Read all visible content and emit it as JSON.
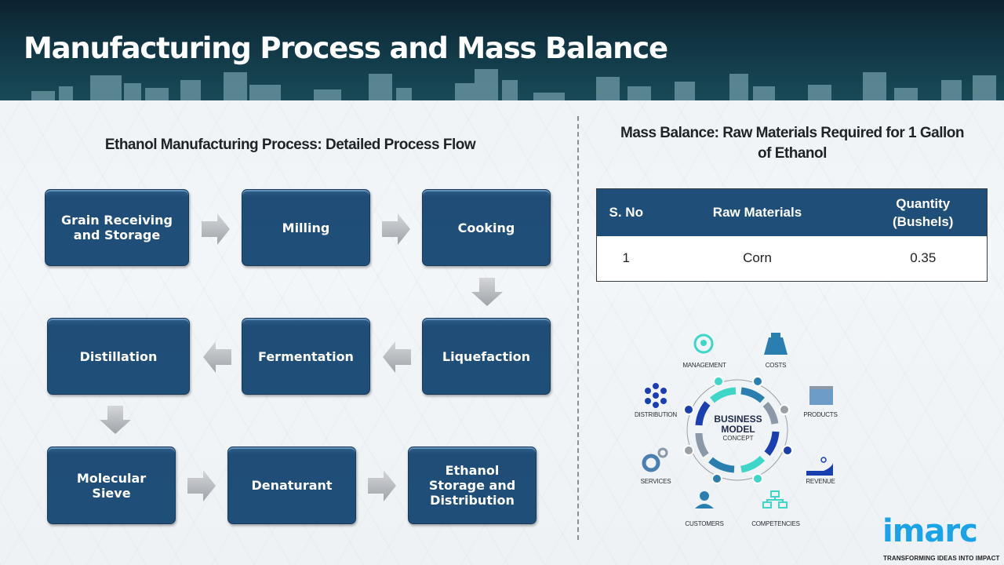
{
  "header": {
    "title": "Manufacturing Process and Mass Balance"
  },
  "process_flow": {
    "title": "Ethanol Manufacturing Process: Detailed Process Flow",
    "steps": [
      {
        "lines": [
          "Grain Receiving",
          "and Storage"
        ]
      },
      {
        "lines": [
          "Milling"
        ]
      },
      {
        "lines": [
          "Cooking"
        ]
      },
      {
        "lines": [
          "Liquefaction"
        ]
      },
      {
        "lines": [
          "Fermentation"
        ]
      },
      {
        "lines": [
          "Distillation"
        ]
      },
      {
        "lines": [
          "Molecular",
          "Sieve"
        ]
      },
      {
        "lines": [
          "Denaturant"
        ]
      },
      {
        "lines": [
          "Ethanol",
          "Storage and",
          "Distribution"
        ]
      }
    ]
  },
  "mass_balance": {
    "title_line1": "Mass Balance: Raw Materials Required for 1 Gallon",
    "title_line2": "of Ethanol",
    "columns": [
      "S. No",
      "Raw Materials",
      "Quantity",
      "(Bushels)"
    ],
    "rows": [
      {
        "sno": "1",
        "material": "Corn",
        "quantity": "0.35"
      }
    ]
  },
  "business_model": {
    "center_line1": "BUSINESS",
    "center_line2": "MODEL",
    "center_line3": "CONCEPT",
    "labels": {
      "management": "MANAGEMENT",
      "costs": "COSTS",
      "distribution": "DISTRIBUTION",
      "products": "PRODUCTS",
      "services": "SERVICES",
      "revenue": "REVENUE",
      "customers": "CUSTOMERS",
      "competencies": "COMPETENCIES"
    }
  },
  "logo": {
    "name": "imarc",
    "tagline": "TRANSFORMING IDEAS INTO IMPACT"
  },
  "colors": {
    "box_fill": "#1f4e79",
    "header_bg": "#123a48",
    "accent_cyan": "#3ed6c8",
    "accent_blue": "#1a3fb0",
    "logo_blue": "#1aa3e8"
  }
}
